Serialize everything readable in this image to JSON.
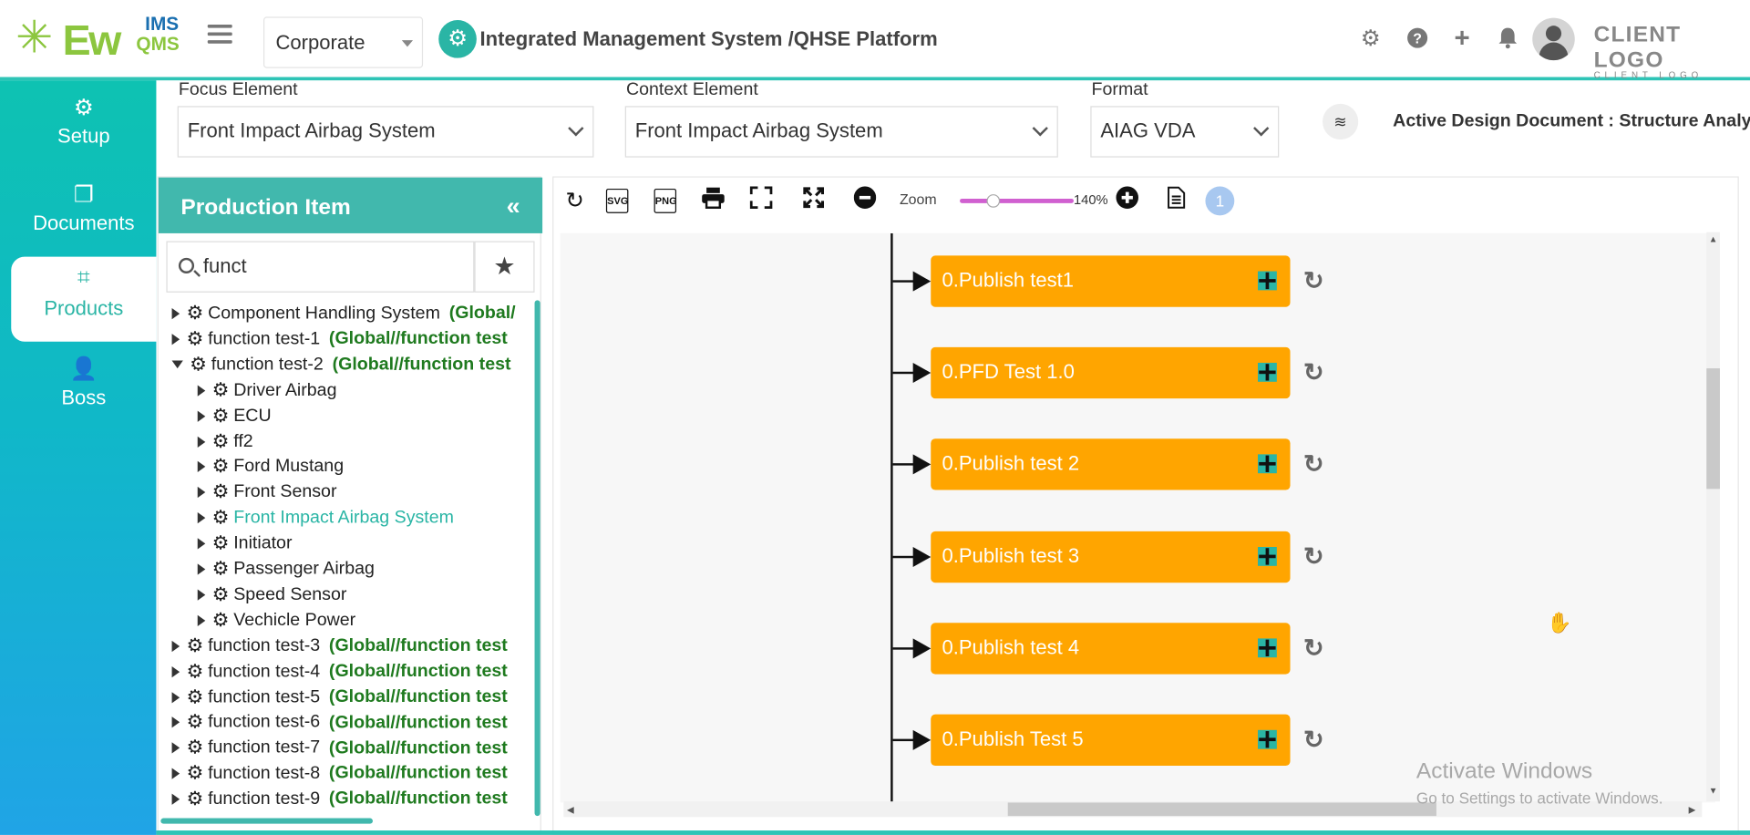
{
  "header": {
    "logo_main": "Ew",
    "logo_ims": "IMS",
    "logo_qms": "QMS",
    "org_select": "Corporate",
    "platform_title": "Integrated Management System /QHSE Platform",
    "client_logo": "CLIENT LOGO",
    "client_logo_sub": "CLIENT LOGO",
    "icons": [
      "gear-icon",
      "help-icon",
      "plus-icon",
      "bell-icon"
    ]
  },
  "sidebar": {
    "items": [
      {
        "label": "Setup",
        "icon": "gears-icon"
      },
      {
        "label": "Documents",
        "icon": "documents-icon"
      },
      {
        "label": "Products",
        "icon": "products-icon"
      },
      {
        "label": "Boss",
        "icon": "boss-icon"
      }
    ],
    "active": "Products"
  },
  "filters": {
    "focus_label": "Focus Element",
    "focus_value": "Front Impact Airbag System",
    "context_label": "Context Element",
    "context_value": "Front Impact Airbag System",
    "format_label": "Format",
    "format_value": "AIAG VDA",
    "active_doc": "Active Design Document : Structure Analysis"
  },
  "production": {
    "title": "Production Item",
    "search_value": "funct",
    "tree": [
      {
        "label": "Component Handling System",
        "tag": "(Global/",
        "level": 0
      },
      {
        "label": "function test-1",
        "tag": "(Global//function test",
        "level": 0
      },
      {
        "label": "function test-2",
        "tag": "(Global//function test",
        "level": 0,
        "open": true
      },
      {
        "label": "Driver Airbag",
        "tag": "",
        "level": 1
      },
      {
        "label": "ECU",
        "tag": "",
        "level": 1
      },
      {
        "label": "ff2",
        "tag": "",
        "level": 1
      },
      {
        "label": "Ford Mustang",
        "tag": "",
        "level": 1
      },
      {
        "label": "Front Sensor",
        "tag": "",
        "level": 1
      },
      {
        "label": "Front Impact Airbag System",
        "tag": "",
        "level": 1,
        "selected": true
      },
      {
        "label": "Initiator",
        "tag": "",
        "level": 1
      },
      {
        "label": "Passenger Airbag",
        "tag": "",
        "level": 1
      },
      {
        "label": "Speed Sensor",
        "tag": "",
        "level": 1
      },
      {
        "label": "Vechicle Power",
        "tag": "",
        "level": 1
      },
      {
        "label": "function test-3",
        "tag": "(Global//function test",
        "level": 0
      },
      {
        "label": "function test-4",
        "tag": "(Global//function test",
        "level": 0
      },
      {
        "label": "function test-5",
        "tag": "(Global//function test",
        "level": 0
      },
      {
        "label": "function test-6",
        "tag": "(Global//function test",
        "level": 0
      },
      {
        "label": "function test-7",
        "tag": "(Global//function test",
        "level": 0
      },
      {
        "label": "function test-8",
        "tag": "(Global//function test",
        "level": 0
      },
      {
        "label": "function test-9",
        "tag": "(Global//function test",
        "level": 0
      }
    ]
  },
  "diagram": {
    "toolbar": {
      "svg_label": "SVG",
      "png_label": "PNG",
      "zoom_label": "Zoom",
      "zoom_value": "140%",
      "page_badge": "1"
    },
    "nodes": [
      "0.Publish test1",
      "0.PFD Test 1.0",
      "0.Publish test 2",
      "0.Publish test 3",
      "0.Publish test 4",
      "0.Publish Test 5"
    ]
  },
  "watermark": {
    "line1": "Activate Windows",
    "line2": "Go to Settings to activate Windows."
  },
  "colors": {
    "accent": "#2ab5a5",
    "node": "#ffa500",
    "global_tag": "#1f7a1f"
  }
}
